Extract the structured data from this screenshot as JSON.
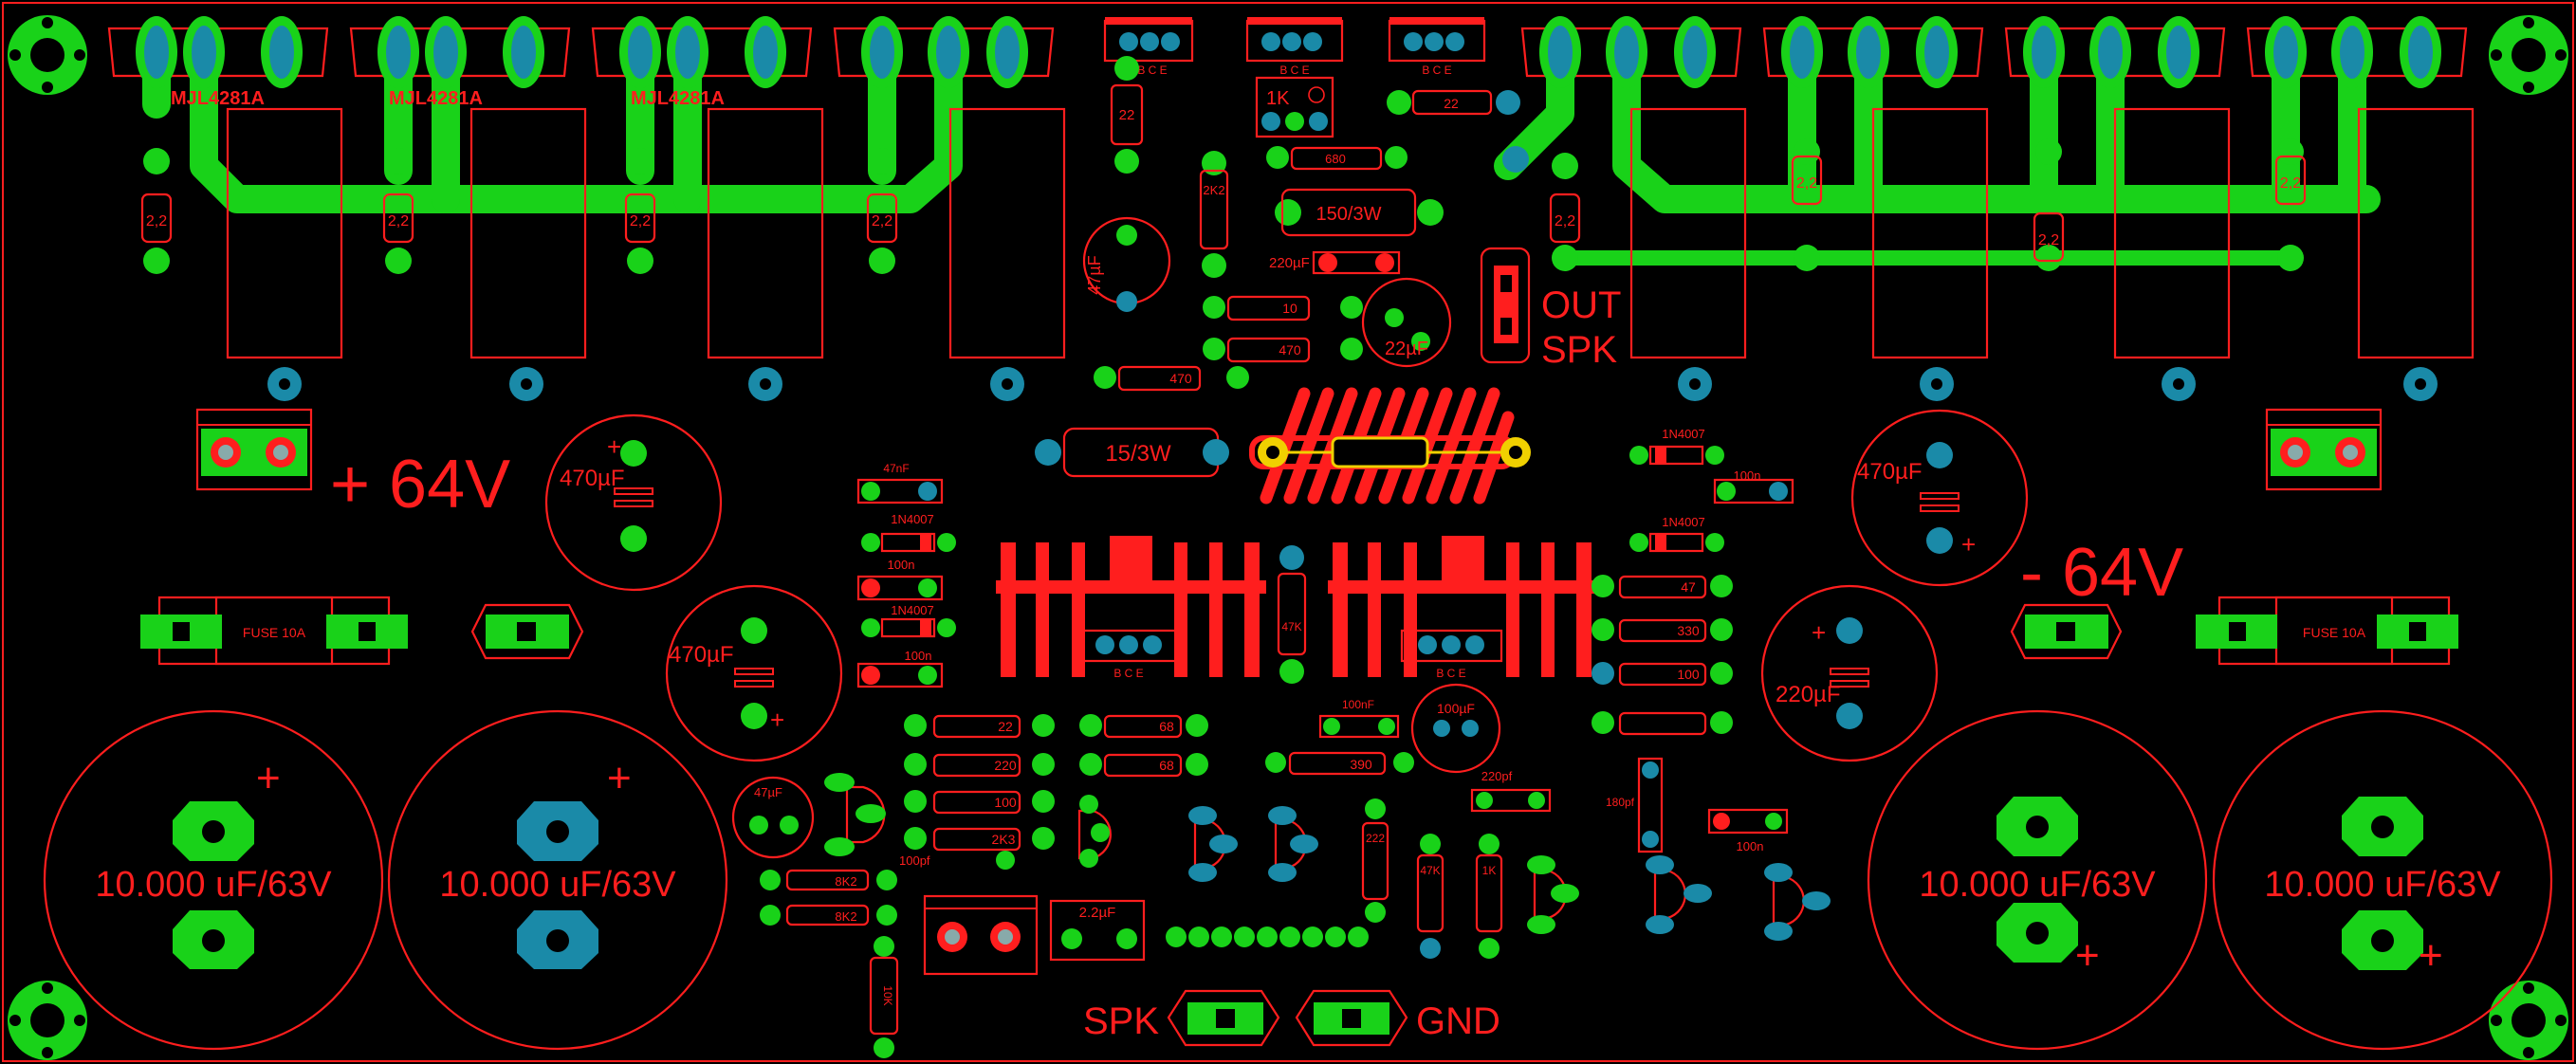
{
  "board": {
    "colors": {
      "background": "#000000",
      "silkscreen": "#ff1e1e",
      "top_copper": "#19d219",
      "bottom_copper": "#1a8aa8",
      "yellow": "#f0d000"
    },
    "transistors": {
      "top_left_labels": [
        "MJL4281A",
        "MJL4281A",
        "MJL4281A"
      ]
    },
    "emitter_resistors": {
      "label": "2,2"
    },
    "supply": {
      "positive": "+ 64V",
      "negative": "- 64V"
    },
    "fuses": {
      "label": "FUSE 10A"
    },
    "main_caps": {
      "label": "10.000 uF/63V",
      "plus": "+"
    },
    "filter_caps": {
      "left_top": "470µF",
      "left_mid": "470µF",
      "right_top": "470µF",
      "right_mid": "220µF"
    },
    "output": {
      "line1": "OUT",
      "line2": "SPK"
    },
    "bottom_connectors": {
      "spk": "SPK",
      "gnd": "GND"
    },
    "components": {
      "r22_top": "22",
      "r1k": "1K",
      "r22_right": "22",
      "r680": "680",
      "r2k2": "2K2",
      "r150": "150/3W",
      "c220u": "220µF",
      "c47u": "47µF",
      "r10": "10",
      "r470a": "470",
      "r470b": "470",
      "c22u": "22µF",
      "r15": "15/3W",
      "c47nF": "47nF",
      "d1": "1N4007",
      "c100n_a": "100n",
      "d2": "1N4007",
      "c100n_b": "100n",
      "d3": "1N4007",
      "d4": "1N4007",
      "c100n_c": "100n",
      "c100n_d": "100n",
      "r47a": "47",
      "r330": "330",
      "r100a": "100",
      "r47k_mid": "47K",
      "r22b": "22",
      "r220": "220",
      "r100b": "100",
      "r2k3": "2K3",
      "c100pf": "100pf",
      "r8k2a": "8K2",
      "r8k2b": "8K2",
      "r10k": "10K",
      "c47u_small": "47µF",
      "c2u2": "2.2µF",
      "r68a": "68",
      "r68b": "68",
      "c100nf": "100nF",
      "r390": "390",
      "c100u": "100µF",
      "c220pf": "220pf",
      "c180pf": "180pf",
      "r222": "222",
      "r47k": "47K",
      "r1k_b": "1K",
      "c100n_e": "100n",
      "bce": "B C E"
    }
  }
}
